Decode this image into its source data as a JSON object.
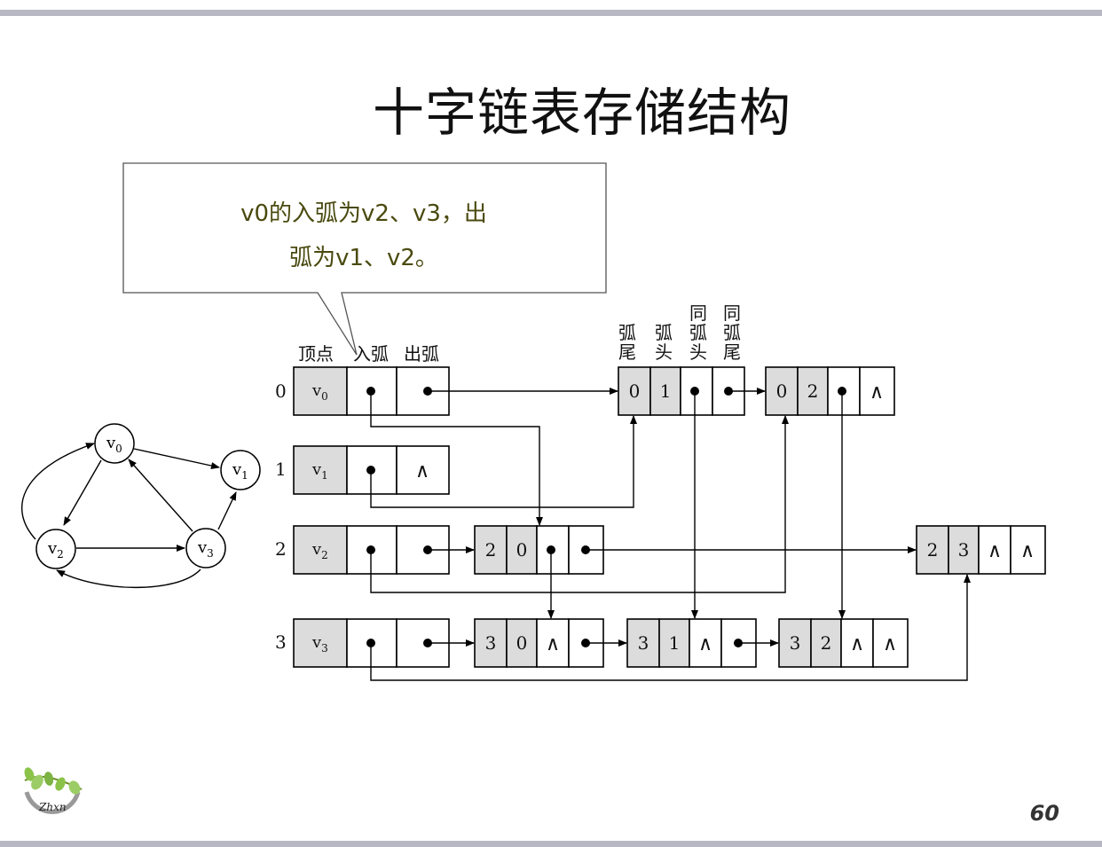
{
  "title": "十字链表存储结构",
  "callout": {
    "line1": "v0的入弧为v2、v3，出",
    "line2": "弧为v1、v2。"
  },
  "header_labels": {
    "vertex": "顶点",
    "in_arc": "入弧",
    "out_arc": "出弧",
    "arc_tail": [
      "弧",
      "尾"
    ],
    "arc_head": [
      "弧",
      "头"
    ],
    "same_head": [
      "同",
      "弧",
      "头"
    ],
    "same_tail": [
      "同",
      "弧",
      "尾"
    ]
  },
  "vertices": [
    {
      "index": "0",
      "name": "v",
      "sub": "0"
    },
    {
      "index": "1",
      "name": "v",
      "sub": "1"
    },
    {
      "index": "2",
      "name": "v",
      "sub": "2"
    },
    {
      "index": "3",
      "name": "v",
      "sub": "3"
    }
  ],
  "arcs": [
    {
      "tail": "0",
      "head": "1"
    },
    {
      "tail": "0",
      "head": "2"
    },
    {
      "tail": "2",
      "head": "0"
    },
    {
      "tail": "2",
      "head": "3"
    },
    {
      "tail": "3",
      "head": "0"
    },
    {
      "tail": "3",
      "head": "1"
    },
    {
      "tail": "3",
      "head": "2"
    }
  ],
  "null_symbol": "∧",
  "page_number": "60",
  "logo": {
    "text": "Zhxn"
  }
}
